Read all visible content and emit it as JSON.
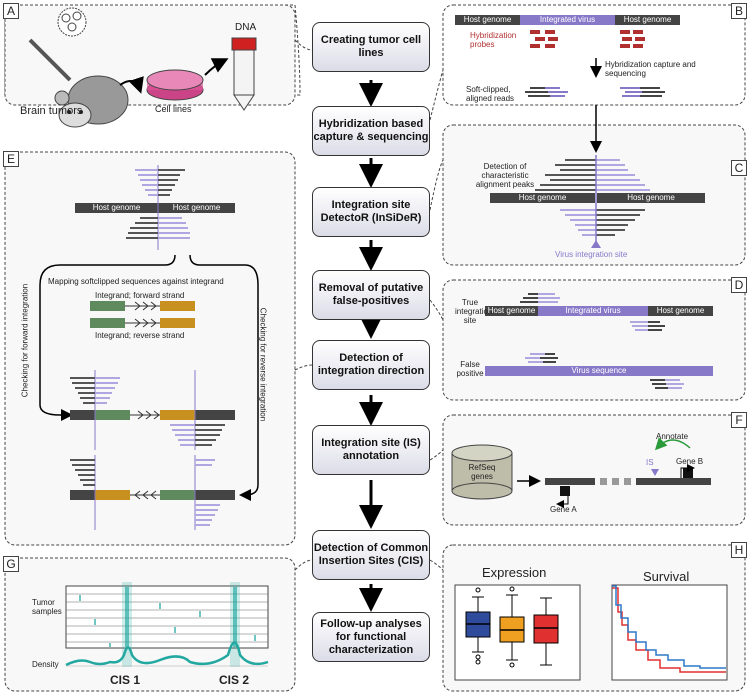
{
  "steps": [
    "Creating tumor cell lines",
    "Hybridization based capture & sequencing",
    "Integration site DetectoR (InSiDeR)",
    "Removal of putative false-positives",
    "Detection of integration direction",
    "Integration site (IS) annotation",
    "Detection of Common Insertion Sites (CIS)",
    "Follow-up analyses for functional characterization"
  ],
  "panel_letters": [
    "A",
    "B",
    "C",
    "D",
    "E",
    "F",
    "G",
    "H"
  ],
  "panelA": {
    "brain": "Brain tumors",
    "cells": "Cell lines",
    "dna": "DNA"
  },
  "panelB": {
    "host1": "Host genome",
    "virus": "Integrated virus",
    "host2": "Host genome",
    "probes": "Hybridization probes",
    "capture": "Hybridization capture and sequencing",
    "softclip": "Soft-clipped, aligned reads"
  },
  "panelC": {
    "peaks": "Detection of characteristic alignment peaks",
    "host1": "Host genome",
    "host2": "Host genome",
    "vis": "Virus integration site"
  },
  "panelD": {
    "true": "True integration site",
    "host1": "Host genome",
    "virus": "Integrated virus",
    "host2": "Host genome",
    "false": "False positive",
    "vseq": "Virus sequence"
  },
  "panelE": {
    "host1": "Host genome",
    "host2": "Host genome",
    "mapping": "Mapping softclipped sequences against integrand",
    "fwd": "Integrand; forward strand",
    "rev": "Integrand; reverse strand",
    "check_fwd": "Checking for forward integration",
    "check_rev": "Checking for reverse integration"
  },
  "panelF": {
    "annotate": "Annotate",
    "is": "IS",
    "geneB": "Gene B",
    "geneA": "Gene A",
    "refseq": "RefSeq genes"
  },
  "panelG": {
    "tumor": "Tumor samples",
    "density": "Density",
    "cis1": "CIS 1",
    "cis2": "CIS 2"
  },
  "panelH": {
    "expr": "Expression",
    "surv": "Survival"
  },
  "colors": {
    "host": "#444444",
    "virus": "#8878c8",
    "probe": "#b03030",
    "green": "#5e8a5e",
    "gold": "#c8901e",
    "teal": "#22a8a0",
    "box_blue": "#2f4b9c",
    "box_orange": "#f0a020",
    "box_red": "#e03030"
  }
}
